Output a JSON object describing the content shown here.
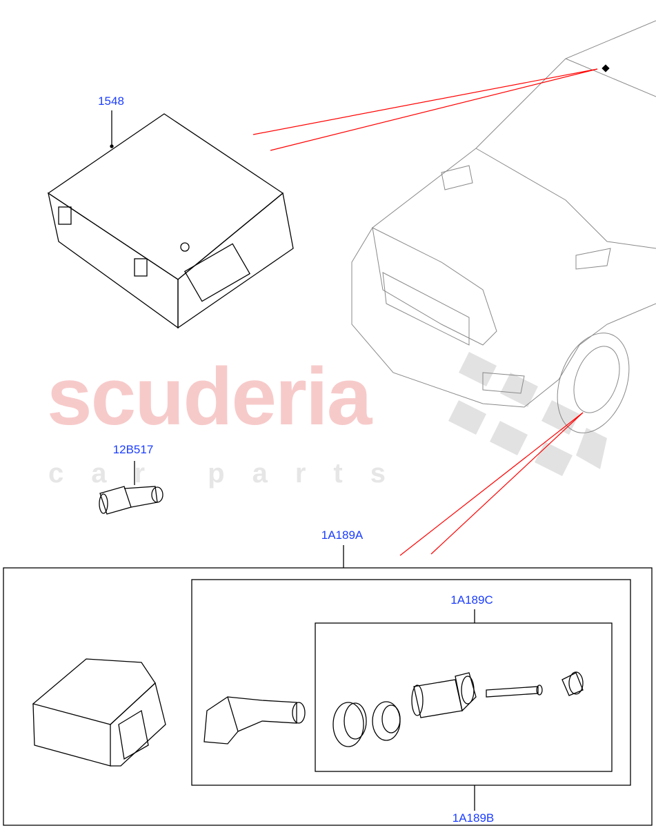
{
  "watermark": {
    "main": "scuderia",
    "sub": "car parts"
  },
  "labels": {
    "p1548": "1548",
    "p12B517": "12B517",
    "p1A189A": "1A189A",
    "p1A189C": "1A189C",
    "p1A189B": "1A189B"
  },
  "colors": {
    "label": "#1a3cff",
    "leader": "#ff0000",
    "watermark": "#f7caca"
  }
}
